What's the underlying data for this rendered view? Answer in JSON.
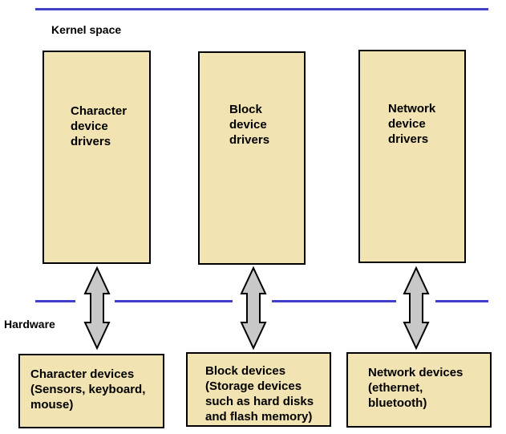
{
  "regions": {
    "kernel_label": "Kernel space",
    "hardware_label": "Hardware"
  },
  "drivers": [
    {
      "text": "Character\ndevice\ndrivers"
    },
    {
      "text": "Block\ndevice\ndrivers"
    },
    {
      "text": "Network\ndevice\ndrivers"
    }
  ],
  "devices": [
    {
      "text": "Character devices\n(Sensors, keyboard,\nmouse)"
    },
    {
      "text": "Block devices\n(Storage devices\nsuch as hard disks\nand flash memory)"
    },
    {
      "text": "Network devices\n(ethernet,\nbluetooth)"
    }
  ],
  "colors": {
    "box_fill": "#f2e3b3",
    "line": "#4040c8",
    "arrow_fill": "#c8c8c8"
  }
}
